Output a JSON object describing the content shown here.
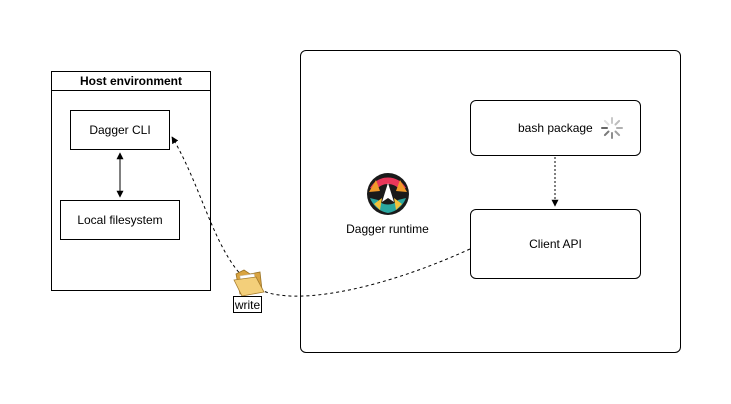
{
  "host": {
    "title": "Host environment",
    "cli_label": "Dagger CLI",
    "fs_label": "Local filesystem"
  },
  "runtime": {
    "label": "Dagger runtime",
    "bash_label": "bash package",
    "client_label": "Client API"
  },
  "edge_label": "write",
  "icons": {
    "logo": "dagger-logo-icon",
    "spinner": "loading-spinner-icon",
    "folder": "folder-icon"
  }
}
